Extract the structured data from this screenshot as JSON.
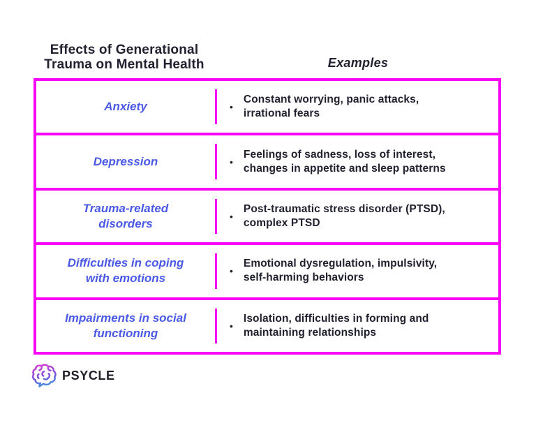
{
  "header": {
    "left_title": "Effects of Generational\nTrauma on Mental Health",
    "right_title": "Examples"
  },
  "table": {
    "rows": [
      {
        "label": "Anxiety",
        "example": "Constant worrying, panic attacks,\nirrational fears"
      },
      {
        "label": "Depression",
        "example": "Feelings of sadness, loss of interest,\nchanges in appetite and sleep patterns"
      },
      {
        "label": "Trauma-related\ndisorders",
        "example": "Post-traumatic stress disorder (PTSD),\ncomplex PTSD"
      },
      {
        "label": "Difficulties in coping\nwith emotions",
        "example": "Emotional dysregulation, impulsivity,\nself-harming behaviors"
      },
      {
        "label": "Impairments in social\nfunctioning",
        "example": "Isolation, difficulties in forming and\nmaintaining relationships"
      }
    ],
    "bullet_glyph": "•"
  },
  "footer": {
    "brand": "PSYCLE"
  },
  "colors": {
    "accent_magenta": "#F704F7",
    "label_blue": "#4A5AE6",
    "text_dark": "#212130",
    "logo_gradient_top": "#DE3BCE",
    "logo_gradient_mid": "#7A52DE",
    "logo_gradient_bottom": "#35A0DE",
    "background": "#FFFFFF"
  }
}
